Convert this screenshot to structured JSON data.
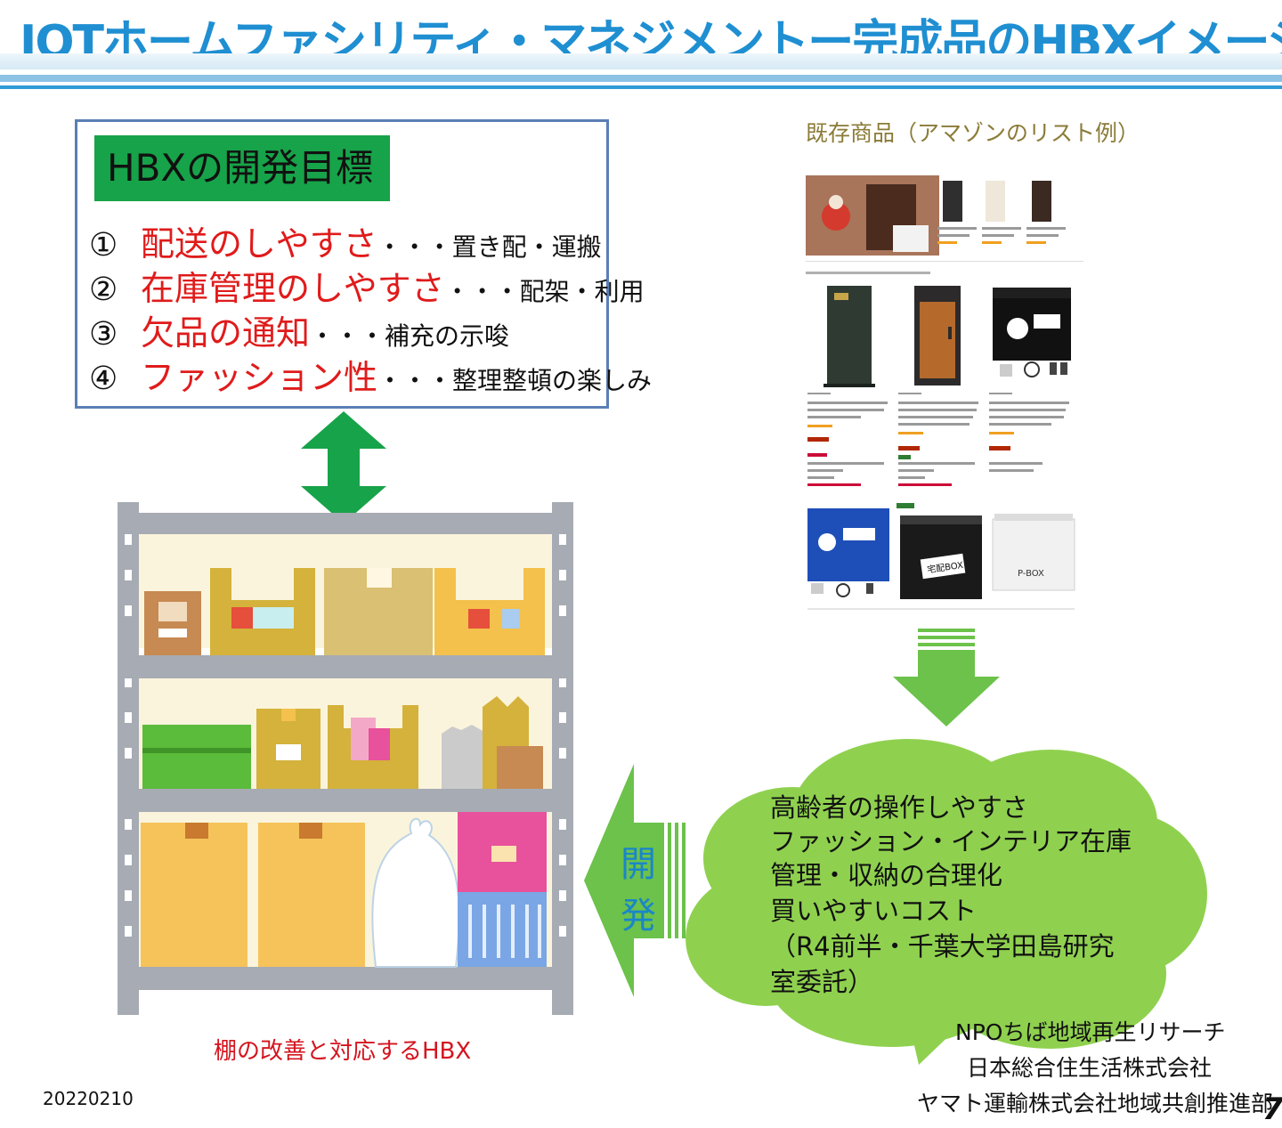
{
  "header": {
    "title": "IOTホームファシリティ・マネジメントー完成品のHBXイメージ"
  },
  "goals": {
    "heading": "HBXの開発目標",
    "items": [
      {
        "num": "①",
        "key": "配送のしやすさ",
        "dots": "・・・",
        "desc": "置き配・運搬"
      },
      {
        "num": "②",
        "key": "在庫管理のしやすさ",
        "dots": "・・・",
        "desc": "配架・利用"
      },
      {
        "num": "③",
        "key": "欠品の通知",
        "dots": "・・・",
        "desc": "補充の示唆"
      },
      {
        "num": "④",
        "key": "ファッション性",
        "dots": "・・・",
        "desc": "整理整頓の楽しみ"
      }
    ]
  },
  "shelf": {
    "caption": "棚の改善と対応するHBX"
  },
  "products": {
    "caption": "既存商品（アマゾンのリスト例）",
    "box_labels": [
      "宅配BOX",
      "P-BOX"
    ]
  },
  "develop": {
    "chars": [
      "開",
      "発"
    ]
  },
  "cloud": {
    "lines": [
      "高齢者の操作しやすさ",
      " ファッション・インテリア在庫",
      "管理・収納の合理化",
      "買いやすいコスト",
      "（R4前半・千葉大学田島研究",
      "室委託）"
    ]
  },
  "orgs": [
    "NPOちば地域再生リサーチ",
    "日本総合住生活株式会社",
    "ヤマト運輸株式会社地域共創推進部"
  ],
  "footer": {
    "date": "20220210",
    "page": "7"
  },
  "colors": {
    "title_blue": "#1f8fd2",
    "goal_green": "#17a349",
    "goal_red": "#e01b1b",
    "cloud_green": "#8fd14f",
    "arrow_green": "#6cc24a",
    "shelf_gray": "#a7abb3"
  }
}
